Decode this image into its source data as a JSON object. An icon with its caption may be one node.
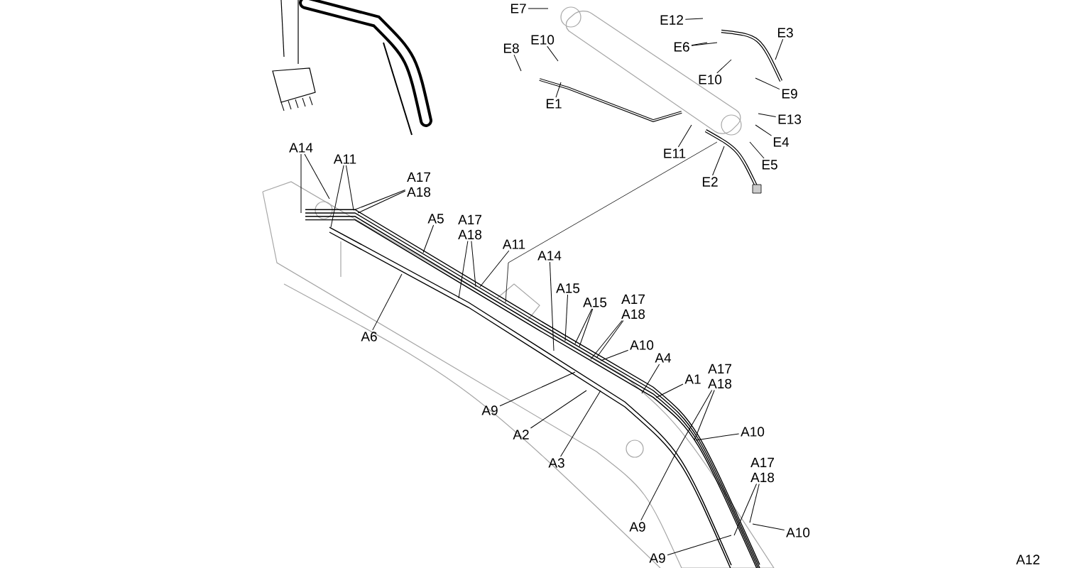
{
  "diagram": {
    "nodes": [
      {
        "text": [
          "E7"
        ]
      },
      {
        "text": [
          "E12"
        ]
      },
      {
        "text": [
          "E3"
        ]
      },
      {
        "text": [
          "E10"
        ]
      },
      {
        "text": [
          "E8"
        ]
      },
      {
        "text": [
          "E6"
        ]
      },
      {
        "text": [
          "E10"
        ]
      },
      {
        "text": [
          "E1"
        ]
      },
      {
        "text": [
          "E9"
        ]
      },
      {
        "text": [
          "E13"
        ]
      },
      {
        "text": [
          "E4"
        ]
      },
      {
        "text": [
          "E11"
        ]
      },
      {
        "text": [
          "E5"
        ]
      },
      {
        "text": [
          "E2"
        ]
      },
      {
        "text": [
          "A14"
        ]
      },
      {
        "text": [
          "A11"
        ]
      },
      {
        "text": [
          "A17",
          "A18"
        ]
      },
      {
        "text": [
          "A5"
        ]
      },
      {
        "text": [
          "A17",
          "A18"
        ]
      },
      {
        "text": [
          "A11"
        ]
      },
      {
        "text": [
          "A14"
        ]
      },
      {
        "text": [
          "A15"
        ]
      },
      {
        "text": [
          "A15"
        ]
      },
      {
        "text": [
          "A17",
          "A18"
        ]
      },
      {
        "text": [
          "A6"
        ]
      },
      {
        "text": [
          "A10"
        ]
      },
      {
        "text": [
          "A4"
        ]
      },
      {
        "text": [
          "A1"
        ]
      },
      {
        "text": [
          "A17",
          "A18"
        ]
      },
      {
        "text": [
          "A9"
        ]
      },
      {
        "text": [
          "A2"
        ]
      },
      {
        "text": [
          "A10"
        ]
      },
      {
        "text": [
          "A3"
        ]
      },
      {
        "text": [
          "A17",
          "A18"
        ]
      },
      {
        "text": [
          "A9"
        ]
      },
      {
        "text": [
          "A10"
        ]
      },
      {
        "text": [
          "A9"
        ]
      }
    ],
    "edges": [
      {
        "from": 0,
        "to": null,
        "arrow": "none"
      },
      {
        "from": 1,
        "to": null,
        "arrow": "none"
      },
      {
        "from": 2,
        "to": null,
        "arrow": "none"
      },
      {
        "from": 3,
        "to": null,
        "arrow": "none"
      },
      {
        "from": 4,
        "to": null,
        "arrow": "none"
      },
      {
        "from": 5,
        "to": null,
        "arrow": "none"
      },
      {
        "from": 5,
        "to": null,
        "arrow": "none"
      },
      {
        "from": 6,
        "to": null,
        "arrow": "none"
      },
      {
        "from": 7,
        "to": null,
        "arrow": "none"
      },
      {
        "from": 8,
        "to": null,
        "arrow": "none"
      },
      {
        "from": 9,
        "to": null,
        "arrow": "none"
      },
      {
        "from": 10,
        "to": null,
        "arrow": "none"
      },
      {
        "from": 11,
        "to": null,
        "arrow": "none"
      },
      {
        "from": 12,
        "to": null,
        "arrow": "none"
      },
      {
        "from": 13,
        "to": null,
        "arrow": "none"
      },
      {
        "from": 14,
        "to": null,
        "arrow": "none"
      },
      {
        "from": 14,
        "to": null,
        "arrow": "none"
      },
      {
        "from": 15,
        "to": null,
        "arrow": "none"
      },
      {
        "from": 15,
        "to": null,
        "arrow": "none"
      },
      {
        "from": 16,
        "to": null,
        "arrow": "none"
      },
      {
        "from": 16,
        "to": null,
        "arrow": "none"
      },
      {
        "from": 17,
        "to": null,
        "arrow": "none"
      },
      {
        "from": 18,
        "to": null,
        "arrow": "none"
      },
      {
        "from": 18,
        "to": null,
        "arrow": "none"
      },
      {
        "from": 19,
        "to": null,
        "arrow": "none"
      },
      {
        "from": 20,
        "to": null,
        "arrow": "none"
      },
      {
        "from": 21,
        "to": null,
        "arrow": "none"
      },
      {
        "from": 22,
        "to": null,
        "arrow": "none"
      },
      {
        "from": 22,
        "to": null,
        "arrow": "none"
      },
      {
        "from": 23,
        "to": null,
        "arrow": "none"
      },
      {
        "from": 23,
        "to": null,
        "arrow": "none"
      },
      {
        "from": 24,
        "to": null,
        "arrow": "none"
      },
      {
        "from": 25,
        "to": null,
        "arrow": "none"
      },
      {
        "from": 26,
        "to": null,
        "arrow": "none"
      },
      {
        "from": 27,
        "to": null,
        "arrow": "none"
      },
      {
        "from": 28,
        "to": null,
        "arrow": "none"
      },
      {
        "from": 28,
        "to": null,
        "arrow": "none"
      },
      {
        "from": 29,
        "to": null,
        "arrow": "none"
      },
      {
        "from": 30,
        "to": null,
        "arrow": "none"
      },
      {
        "from": 31,
        "to": null,
        "arrow": "none"
      },
      {
        "from": 32,
        "to": null,
        "arrow": "none"
      },
      {
        "from": 33,
        "to": null,
        "arrow": "none"
      },
      {
        "from": 33,
        "to": null,
        "arrow": "none"
      },
      {
        "from": 34,
        "to": null,
        "arrow": "none"
      },
      {
        "from": 35,
        "to": null,
        "arrow": "none"
      },
      {
        "from": 36,
        "to": null,
        "arrow": "none"
      }
    ],
    "labels": [
      "A12"
    ]
  }
}
